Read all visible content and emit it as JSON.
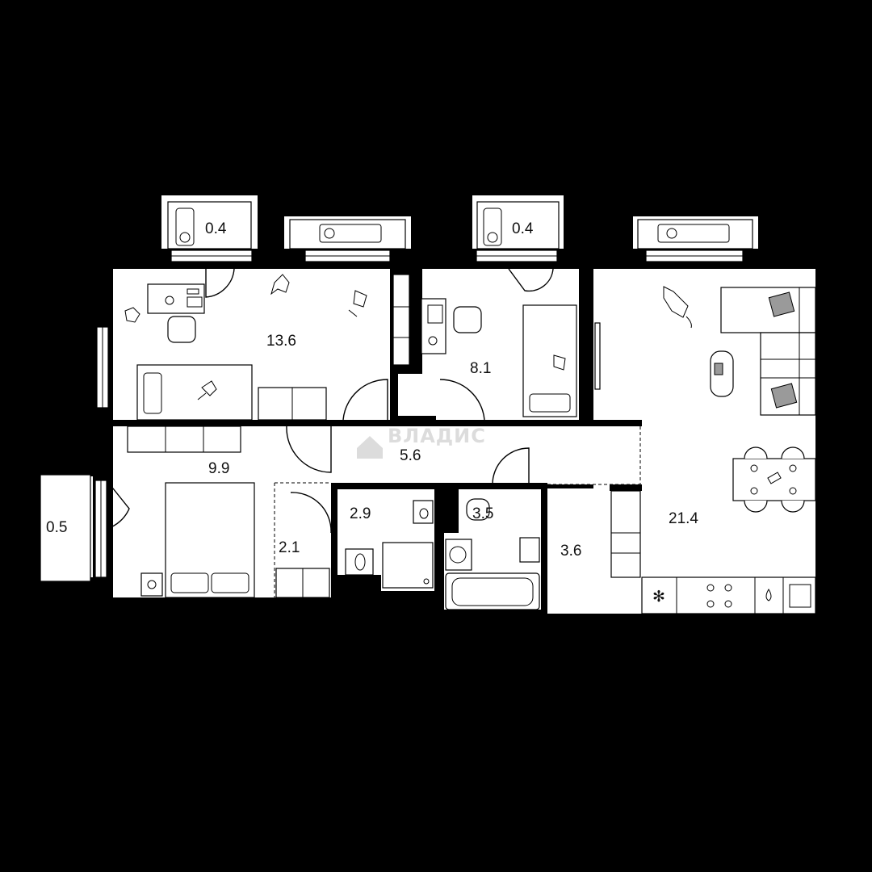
{
  "plan": {
    "watermark": "ВЛАДИС",
    "rooms": [
      {
        "id": "room-13-6",
        "area": "13.6"
      },
      {
        "id": "room-8-1",
        "area": "8.1"
      },
      {
        "id": "room-21-4",
        "area": "21.4"
      },
      {
        "id": "room-9-9",
        "area": "9.9"
      },
      {
        "id": "room-5-6",
        "area": "5.6"
      },
      {
        "id": "room-2-9",
        "area": "2.9"
      },
      {
        "id": "room-3-5",
        "area": "3.5"
      },
      {
        "id": "room-3-6",
        "area": "3.6"
      },
      {
        "id": "room-2-1",
        "area": "2.1"
      },
      {
        "id": "balcony-left",
        "area": "0.5"
      },
      {
        "id": "niche-1",
        "area": "0.4"
      },
      {
        "id": "niche-2",
        "area": "0.4"
      }
    ],
    "icons": [
      "ac-unit-icon",
      "bed-icon",
      "double-bed-icon",
      "sofa-icon",
      "armchair-icon",
      "dining-table-icon",
      "chair-icon",
      "stove-icon",
      "sink-icon",
      "toilet-icon",
      "bathtub-icon",
      "shower-icon",
      "washing-machine-icon",
      "desk-icon",
      "wardrobe-icon",
      "plant-icon",
      "cat-icon",
      "toy-icon",
      "door-icon",
      "window-icon"
    ]
  }
}
